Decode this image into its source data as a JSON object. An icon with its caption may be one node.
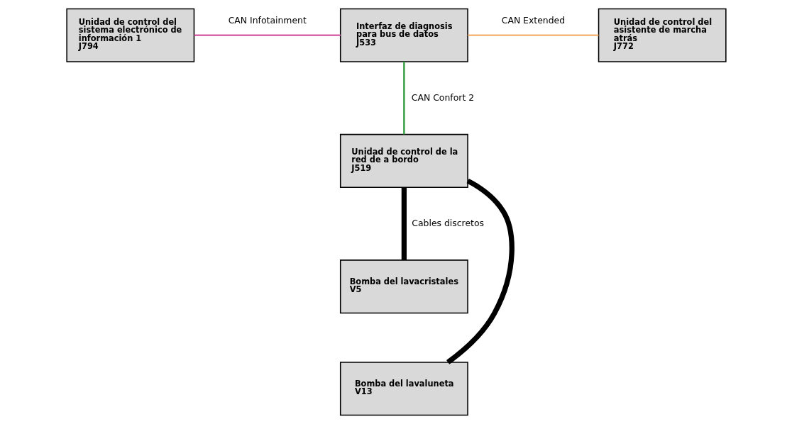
{
  "diagram": {
    "nodes": [
      {
        "text": [
          "Unidad de control del sistema electrónico de información 1",
          "J794"
        ]
      },
      {
        "text": [
          "Interfaz de diagnosis para bus de datos",
          "J533"
        ]
      },
      {
        "text": [
          "Unidad de control del asistente de marcha atrás",
          "J772"
        ]
      },
      {
        "text": [
          "Unidad de control de la red de a bordo",
          "J519"
        ]
      },
      {
        "text": [
          "Bomba del lavacristales",
          "V5"
        ]
      },
      {
        "text": [
          "Bomba del lavaluneta",
          "V13"
        ]
      }
    ],
    "edges": [
      {
        "from": 0,
        "to": 1,
        "arrow": "none",
        "label": "CAN Infotainment",
        "color": "#d966a8"
      },
      {
        "from": 1,
        "to": 2,
        "arrow": "none",
        "label": "CAN Extended",
        "color": "#f5b87a"
      },
      {
        "from": 1,
        "to": 3,
        "arrow": "none",
        "label": "CAN Confort 2",
        "color": "#3fa34d"
      },
      {
        "from": 3,
        "to": 4,
        "arrow": "none",
        "label": "Cables discretos",
        "style": "thick",
        "color": "#000000"
      },
      {
        "from": 3,
        "to": 5,
        "arrow": "none",
        "style": "thick",
        "color": "#000000"
      }
    ]
  }
}
